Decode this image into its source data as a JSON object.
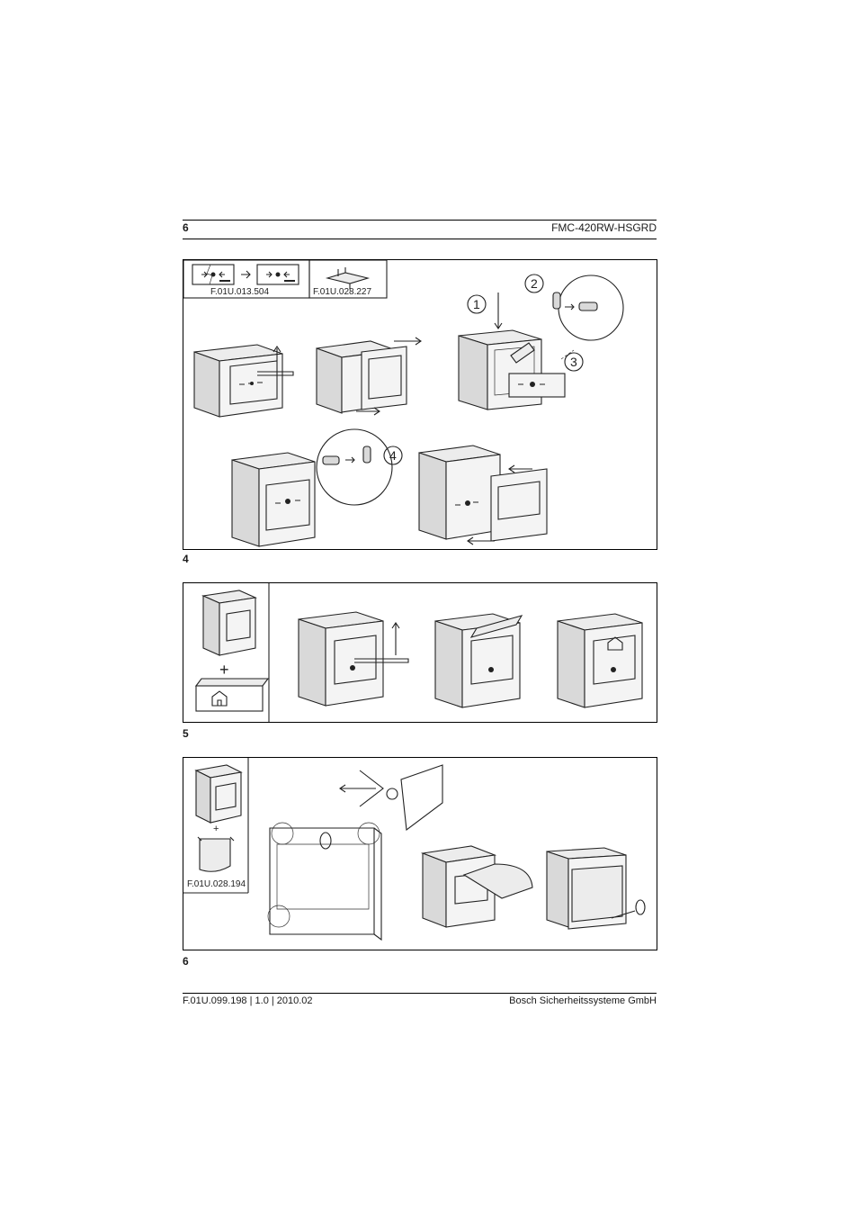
{
  "header": {
    "page_number": "6",
    "title": "FMC-420RW-HSGRD"
  },
  "figure4": {
    "number": "4",
    "part_labels": [
      "F.01U.013.504",
      "F.01U.028.227"
    ],
    "callouts": [
      "1",
      "2",
      "3",
      "4"
    ]
  },
  "figure5": {
    "number": "5",
    "plus_sign": "+"
  },
  "figure6": {
    "number": "6",
    "plus_sign": "+",
    "part_label": "F.01U.028.194"
  },
  "footer": {
    "document_info": "F.01U.099.198 | 1.0 | 2010.02",
    "company": "Bosch Sicherheitssysteme GmbH"
  }
}
